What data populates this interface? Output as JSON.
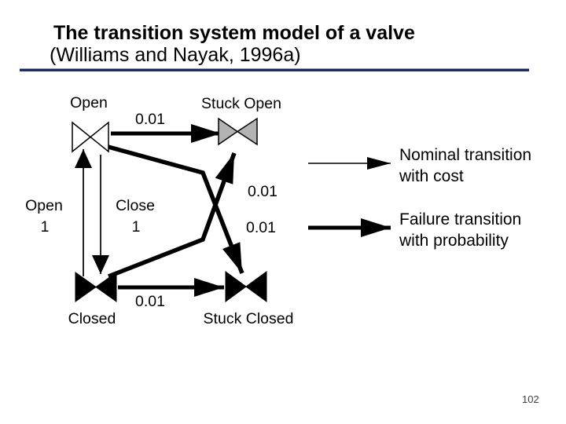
{
  "slide": {
    "title_line1": "The transition system model of a valve",
    "title_line2": "(Williams and Nayak, 1996a)",
    "page_number": "102"
  },
  "colors": {
    "title_underline": "#13266b",
    "stuck_open_fill": "#b3b3b3",
    "open_fill": "#ffffff",
    "closed_fill": "#000000",
    "ink": "#000000"
  },
  "diagram": {
    "states": {
      "open": "Open",
      "stuck_open": "Stuck Open",
      "closed": "Closed",
      "stuck_closed": "Stuck Closed"
    },
    "transitions": {
      "open_to_stuck_open_prob": "0.01",
      "open_to_stuck_closed_prob": "0.01",
      "closed_to_stuck_open_prob": "0.01",
      "closed_to_stuck_closed_prob": "0.01",
      "closed_to_open_cmd_line1": "Open",
      "closed_to_open_cmd_line2": "1",
      "open_to_closed_cmd_line1": "Close",
      "open_to_closed_cmd_line2": "1"
    }
  },
  "legend": {
    "nominal_line1": "Nominal transition",
    "nominal_line2": "with cost",
    "failure_line1": "Failure transition",
    "failure_line2": "with probability"
  }
}
